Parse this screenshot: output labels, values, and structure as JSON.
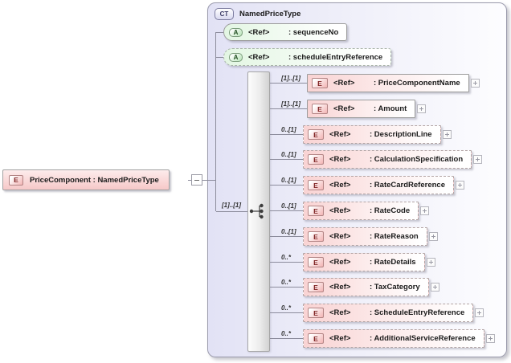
{
  "diagram": {
    "root_element": {
      "icon_letter": "E",
      "label": "PriceComponent : NamedPriceType"
    },
    "complex_type": {
      "badge": "CT",
      "name": "NamedPriceType",
      "attributes": [
        {
          "icon_letter": "A",
          "ref": "<Ref>",
          "name": ": sequenceNo",
          "optional": false
        },
        {
          "icon_letter": "A",
          "ref": "<Ref>",
          "name": ": scheduleEntryReference",
          "optional": true
        }
      ],
      "sequence": {
        "compositor": "sequence",
        "cardinality": "[1]..[1]"
      },
      "elements": [
        {
          "icon_letter": "E",
          "ref": "<Ref>",
          "name": ": PriceComponentName",
          "cardinality": "[1]..[1]",
          "optional": false
        },
        {
          "icon_letter": "E",
          "ref": "<Ref>",
          "name": ": Amount",
          "cardinality": "[1]..[1]",
          "optional": false
        },
        {
          "icon_letter": "E",
          "ref": "<Ref>",
          "name": ": DescriptionLine",
          "cardinality": "0..[1]",
          "optional": true
        },
        {
          "icon_letter": "E",
          "ref": "<Ref>",
          "name": ": CalculationSpecification",
          "cardinality": "0..[1]",
          "optional": true
        },
        {
          "icon_letter": "E",
          "ref": "<Ref>",
          "name": ": RateCardReference",
          "cardinality": "0..[1]",
          "optional": true
        },
        {
          "icon_letter": "E",
          "ref": "<Ref>",
          "name": ": RateCode",
          "cardinality": "0..[1]",
          "optional": true
        },
        {
          "icon_letter": "E",
          "ref": "<Ref>",
          "name": ": RateReason",
          "cardinality": "0..[1]",
          "optional": true
        },
        {
          "icon_letter": "E",
          "ref": "<Ref>",
          "name": ": RateDetails",
          "cardinality": "0..*",
          "optional": true
        },
        {
          "icon_letter": "E",
          "ref": "<Ref>",
          "name": ": TaxCategory",
          "cardinality": "0..*",
          "optional": true
        },
        {
          "icon_letter": "E",
          "ref": "<Ref>",
          "name": ": ScheduleEntryReference",
          "cardinality": "0..*",
          "optional": true
        },
        {
          "icon_letter": "E",
          "ref": "<Ref>",
          "name": ": AdditionalServiceReference",
          "cardinality": "0..*",
          "optional": true
        }
      ]
    },
    "colors": {
      "element_fill": "#f9d3d3",
      "attribute_fill": "#e3f6e3",
      "container_fill": "#e2e2f5",
      "connector": "#8c8c9c",
      "element_icon_text": "#7c1f1f",
      "attribute_icon_text": "#1f4d1f"
    },
    "icons": [
      "element-icon",
      "attribute-icon",
      "complex-type-badge",
      "sequence-compositor-icon",
      "expand-icon",
      "collapse-icon"
    ]
  }
}
